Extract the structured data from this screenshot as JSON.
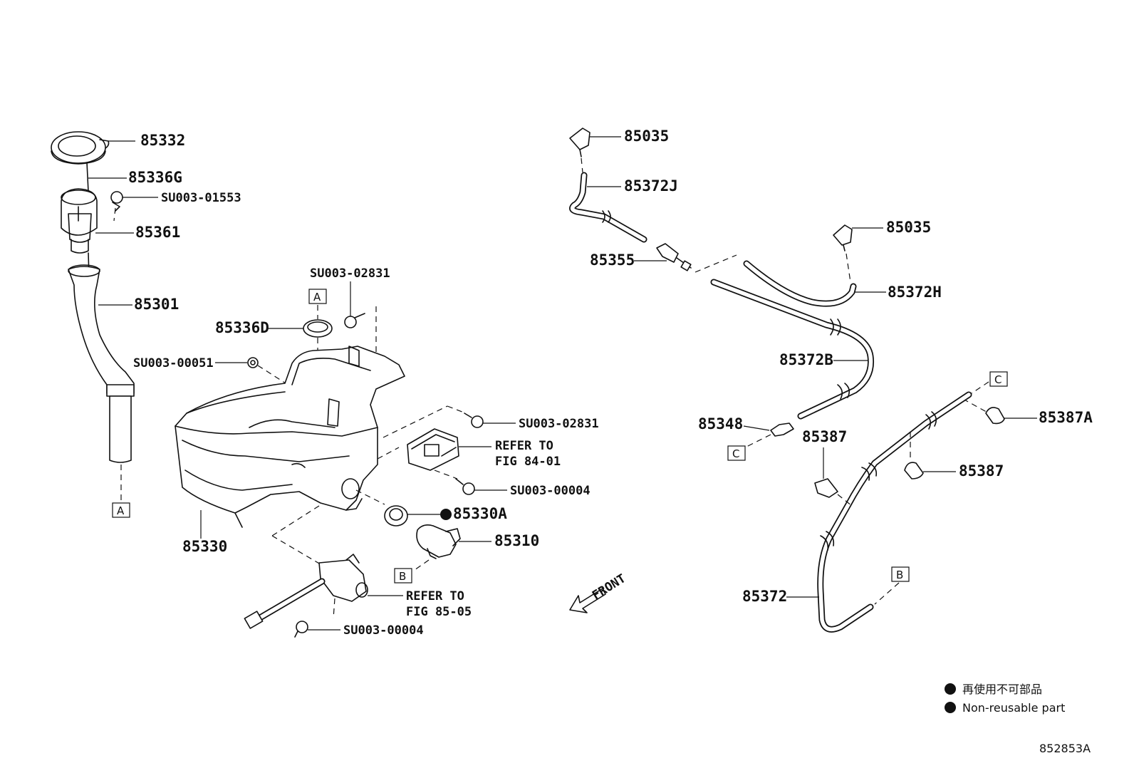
{
  "labels": {
    "cap": "85332",
    "strap": "85336G",
    "clip_top": "SU003-01553",
    "inlet_pipe": "85361",
    "filler_hose": "85301",
    "nut_left": "SU003-00051",
    "grommet": "85336D",
    "bolt_top": "SU003-02831",
    "tank": "85330",
    "bolt_bracket": "SU003-02831",
    "refer_84": "REFER TO",
    "refer_84_fig": "FIG 84-01",
    "bolt_pump": "SU003-00004",
    "pump_grommet": "85330A",
    "pump": "85310",
    "refer_85": "REFER TO",
    "refer_85_fig": "FIG 85-05",
    "bolt_bottom": "SU003-00004",
    "nozzle_left": "85035",
    "hose_j": "85372J",
    "check_valve": "85355",
    "nozzle_right": "85035",
    "hose_h": "85372H",
    "hose_b": "85372B",
    "joint": "85348",
    "clamp_left": "85387",
    "clamp_right": "85387",
    "clamp_a": "85387A",
    "hose_main": "85372",
    "front": "FRONT"
  },
  "boxes": {
    "a_left": "A",
    "a_tank": "A",
    "b_pump": "B",
    "b_hose": "B",
    "c_joint": "C",
    "c_hose": "C"
  },
  "legend": {
    "line1": "再使用不可部品",
    "line2": "Non-reusable part"
  },
  "figure_code": "852853A"
}
